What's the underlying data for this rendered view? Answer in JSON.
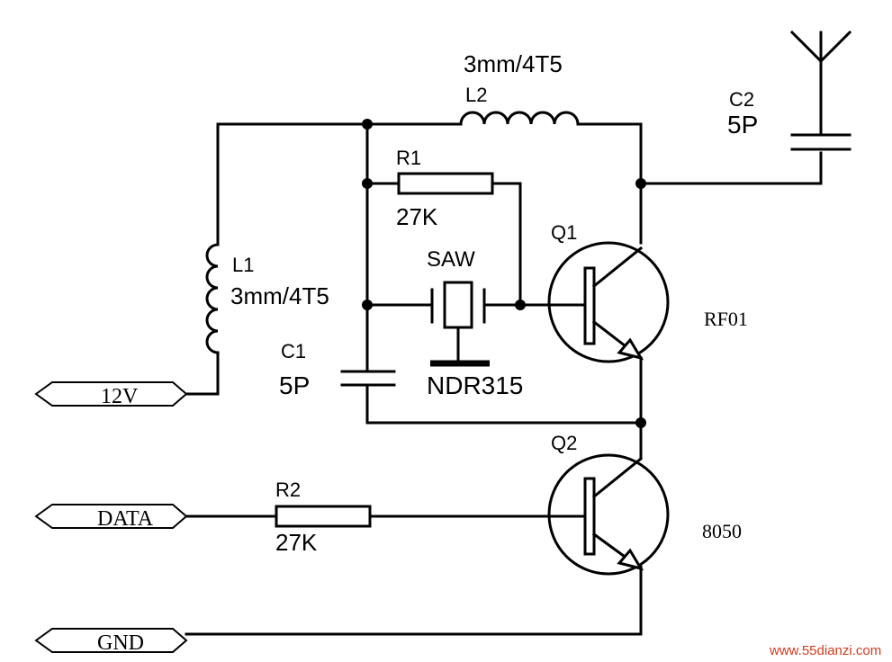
{
  "ports": {
    "v12": "12V",
    "data": "DATA",
    "gnd": "GND"
  },
  "components": {
    "l1": {
      "ref": "L1",
      "value": "3mm/4T5"
    },
    "l2": {
      "ref": "L2",
      "value": "3mm/4T5"
    },
    "r1": {
      "ref": "R1",
      "value": "27K"
    },
    "r2": {
      "ref": "R2",
      "value": "27K"
    },
    "c1": {
      "ref": "C1",
      "value": "5P"
    },
    "c2": {
      "ref": "C2",
      "value": "5P"
    },
    "saw": {
      "ref": "SAW",
      "value": "NDR315"
    },
    "q1": {
      "ref": "Q1",
      "value": "RF01"
    },
    "q2": {
      "ref": "Q2",
      "value": "8050"
    }
  },
  "watermark": "www.55dianzi.com",
  "colors": {
    "ink": "#000000",
    "watermark": "#d23c1e",
    "background": "#ffffff"
  }
}
